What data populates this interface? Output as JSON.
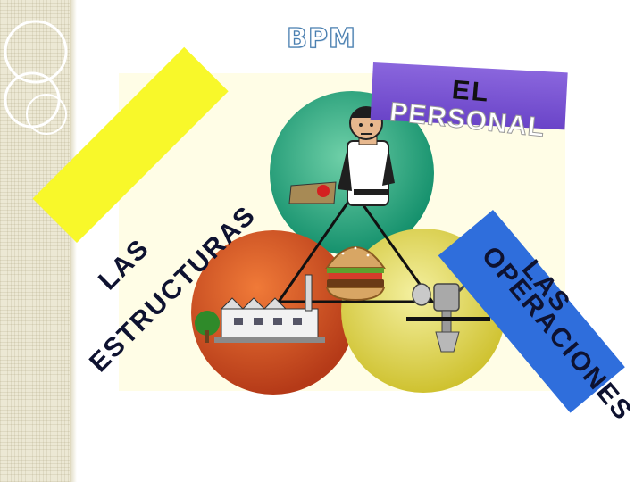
{
  "title": "BPM",
  "banners": {
    "top_line1": "EL",
    "top_line2": "PERSONAL",
    "left_line1": "LAS",
    "left_line2": "ESTRUCTURAS",
    "right_line1": "LAS",
    "right_line2": "OPERACIONES"
  },
  "colors": {
    "top_circle": "#1a9a76",
    "left_circle": "#c2431c",
    "right_circle": "#d3c73a",
    "top_banner": "#7550d2",
    "left_banner": "#f8f82a",
    "right_banner": "#2f6edc",
    "title_outline": "#4a7fb0"
  },
  "icons": [
    "cook-illustration",
    "hamburger-illustration",
    "factory-illustration",
    "meat-grinder-illustration"
  ]
}
